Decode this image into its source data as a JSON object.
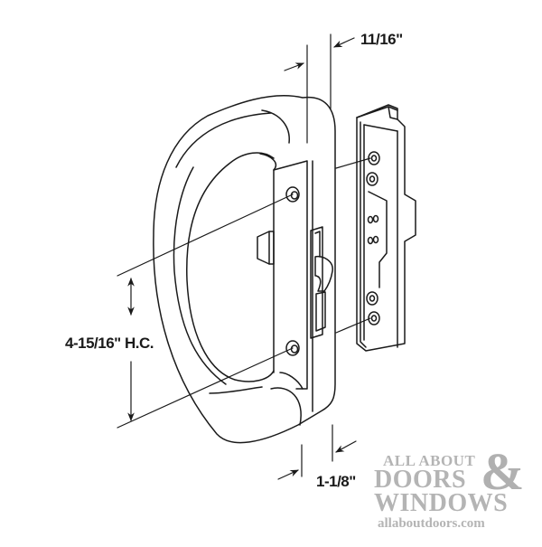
{
  "diagram": {
    "subject": "sliding patio door handle set with keeper",
    "line_color": "#1a1a1a",
    "background": "#ffffff",
    "parts": [
      {
        "name": "D-shaped handle",
        "icon": "handle-shape"
      },
      {
        "name": "mounting plate with latch hook",
        "icon": "latch-hook"
      },
      {
        "name": "keeper / strike plate",
        "icon": "keeper-plate"
      }
    ]
  },
  "dimensions": {
    "top": "11/16\"",
    "left": "4-15/16\" H.C.",
    "bottom": "1-1/8\""
  },
  "watermark": {
    "line1": "ALL ABOUT",
    "line2": "DOORS",
    "ampersand": "&",
    "line3": "WINDOWS",
    "url": "allaboutdoors.com",
    "color": "#b4b4b4"
  }
}
